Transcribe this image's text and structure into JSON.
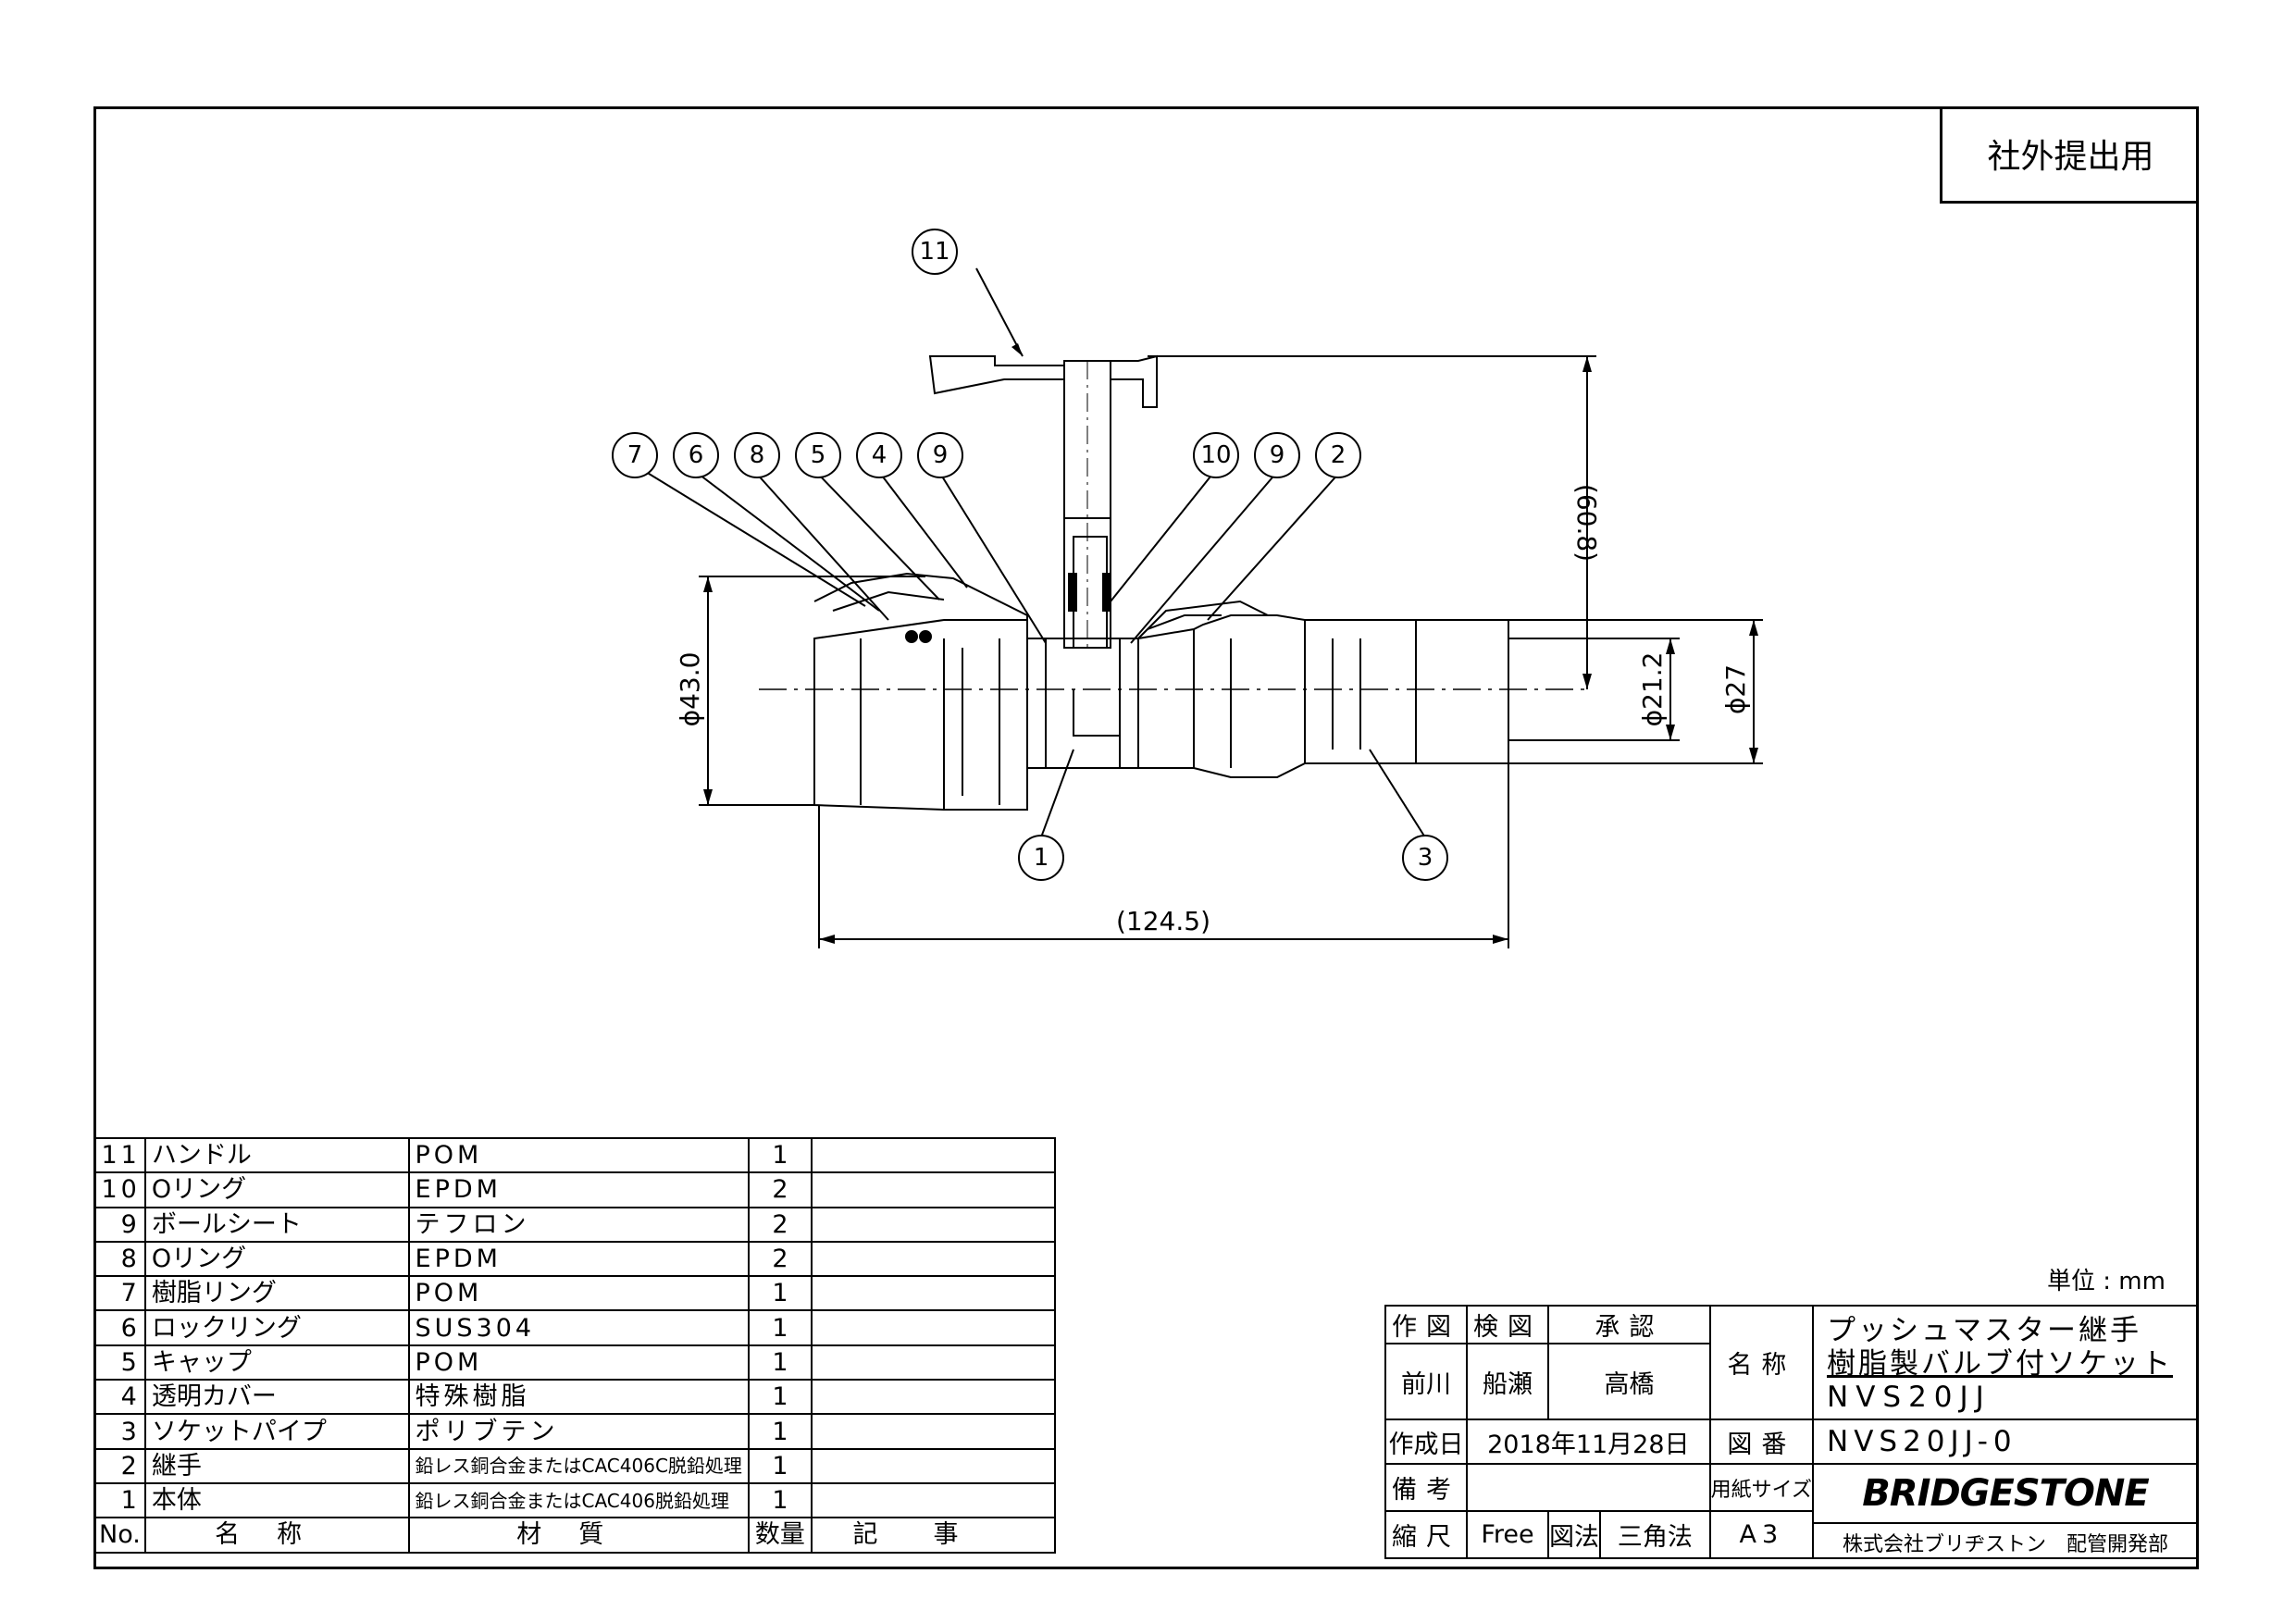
{
  "stamp": "社外提出用",
  "unit": "単位 : mm",
  "callouts": [
    "11",
    "7",
    "6",
    "8",
    "5",
    "4",
    "9",
    "10",
    "9",
    "2",
    "1",
    "3"
  ],
  "dimensions": {
    "length": "(124.5)",
    "height": "(60.8)",
    "dia_body": "ϕ43.0",
    "dia_pipe_inner": "ϕ21.2",
    "dia_pipe_outer": "ϕ27"
  },
  "parts": [
    {
      "no": "11",
      "name": "ハンドル",
      "material": "POM",
      "qty": "1",
      "note": ""
    },
    {
      "no": "10",
      "name": "Oリング",
      "material": "EPDM",
      "qty": "2",
      "note": ""
    },
    {
      "no": "9",
      "name": "ボールシート",
      "material": "テフロン",
      "qty": "2",
      "note": ""
    },
    {
      "no": "8",
      "name": "Oリング",
      "material": "EPDM",
      "qty": "2",
      "note": ""
    },
    {
      "no": "7",
      "name": "樹脂リング",
      "material": "POM",
      "qty": "1",
      "note": ""
    },
    {
      "no": "6",
      "name": "ロックリング",
      "material": "SUS304",
      "qty": "1",
      "note": ""
    },
    {
      "no": "5",
      "name": "キャップ",
      "material": "POM",
      "qty": "1",
      "note": ""
    },
    {
      "no": "4",
      "name": "透明カバー",
      "material": "特殊樹脂",
      "qty": "1",
      "note": ""
    },
    {
      "no": "3",
      "name": "ソケットパイプ",
      "material": "ポリブテン",
      "qty": "1",
      "note": ""
    },
    {
      "no": "2",
      "name": "継手",
      "material": "鉛レス銅合金またはCAC406C脱鉛処理",
      "qty": "1",
      "note": ""
    },
    {
      "no": "1",
      "name": "本体",
      "material": "鉛レス銅合金またはCAC406脱鉛処理",
      "qty": "1",
      "note": ""
    }
  ],
  "parts_header": {
    "no": "No.",
    "name": "名称",
    "material": "材質",
    "qty": "数量",
    "note": "記事"
  },
  "title_block": {
    "drawn_label": "作図",
    "checked_label": "検図",
    "approved_label": "承認",
    "drawn": "前川",
    "checked": "船瀬",
    "approved": "高橋",
    "name_label": "名称",
    "name_line1": "プッシュマスター継手",
    "name_line2": "樹脂製バルブ付ソケット",
    "name_line3": "NVS20JJ",
    "date_label": "作成日",
    "date": "2018年11月28日",
    "drawing_no_label": "図番",
    "drawing_no": "NVS20JJ-0",
    "remarks_label": "備考",
    "remarks": "",
    "paper_label": "用紙サイズ",
    "paper": "A3",
    "scale_label": "縮尺",
    "scale": "Free",
    "method_label": "図法",
    "method": "三角法",
    "logo": "BRIDGESTONE",
    "company": "株式会社ブリヂストン　配管開発部"
  }
}
